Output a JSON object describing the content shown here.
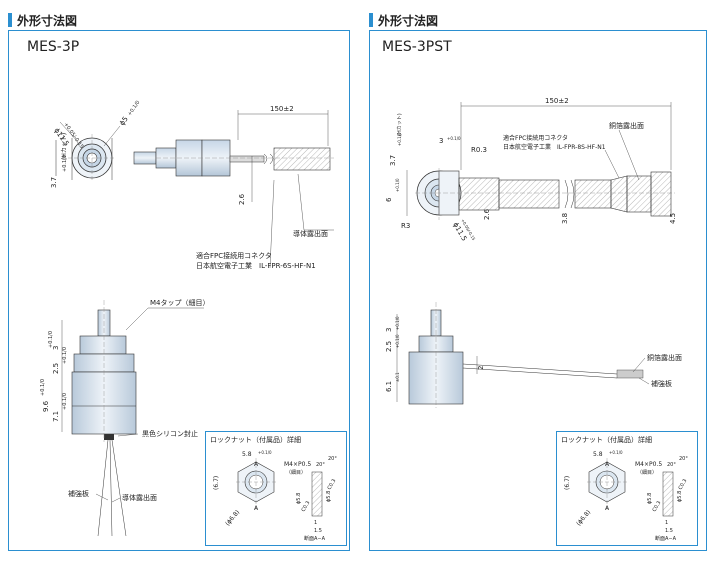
{
  "left": {
    "header": "外形寸法図",
    "model": "MES-3P",
    "dims": {
      "hex_dia": "ϕ11.5",
      "hex_dia_tol": "+0.05/-0.15",
      "small_dia": "ϕ5",
      "small_dia_tol": "+0.1/0",
      "length": "150±2",
      "height": "3.7",
      "height_tol": "+0.1/0",
      "hcut": "(Hカット)",
      "gap": "2.6",
      "m4": "M4タップ（細目）",
      "d3": "3",
      "d3_tol": "+0.1/0",
      "d25": "2.5",
      "d25_tol": "+0.1/0",
      "d96": "9.6",
      "d96_tol": "+0.1/0",
      "d71": "7.1",
      "d71_tol": "+0.1/0"
    },
    "callouts": {
      "fpc": "適合FPC接続用コネクタ",
      "fpc_model": "日本航空電子工業　IL-FPR-6S-HF-N1",
      "exposed1": "導体露出面",
      "silicone": "黒色シリコン封止",
      "reinforce": "補強板",
      "exposed2": "導体露出面"
    }
  },
  "right": {
    "header": "外形寸法図",
    "model": "MES-3PST",
    "dims": {
      "length": "150±2",
      "d3": "3",
      "d3_tol": "+0.1/0",
      "r03": "R0.3",
      "height": "3.7",
      "height_tol": "+0.1/0",
      "hcut": "(Hカット)",
      "d6": "6",
      "d6_tol": "+0.1/0",
      "r3": "R3",
      "hex_dia": "ϕ11.5",
      "hex_dia_tol": "+0.05/-0.15",
      "gap": "2.6",
      "d38": "3.8",
      "d45": "4.5",
      "v3": "3",
      "v3_tol": "+0.1/0",
      "v25": "2.5",
      "v25_tol": "+0.1/0",
      "v61": "6.1",
      "v61_tol": "±0.1",
      "v2": "2"
    },
    "callouts": {
      "foil": "銅箔露出面",
      "fpc": "適合FPC接続用コネクタ",
      "fpc_model": "日本航空電子工業　IL-FPR-8S-HF-N1",
      "foil2": "銅箔露出面",
      "reinforce": "補強板"
    }
  },
  "locknut": {
    "title": "ロックナット（付属品）詳細",
    "w": "5.8",
    "w_tol": "+0.1/0",
    "label_a": "A",
    "m4": "M4×P0.5",
    "fine": "（細目）",
    "ang": "20°",
    "ang2": "20°",
    "d67": "(6.7)",
    "d58": "ϕ5.8",
    "d58b": "ϕ5.8",
    "c03": "C0.3",
    "c03b": "C0.3",
    "d68": "(ϕ6.8)",
    "d1": "1",
    "d15": "1.5",
    "section": "断面A−A"
  }
}
